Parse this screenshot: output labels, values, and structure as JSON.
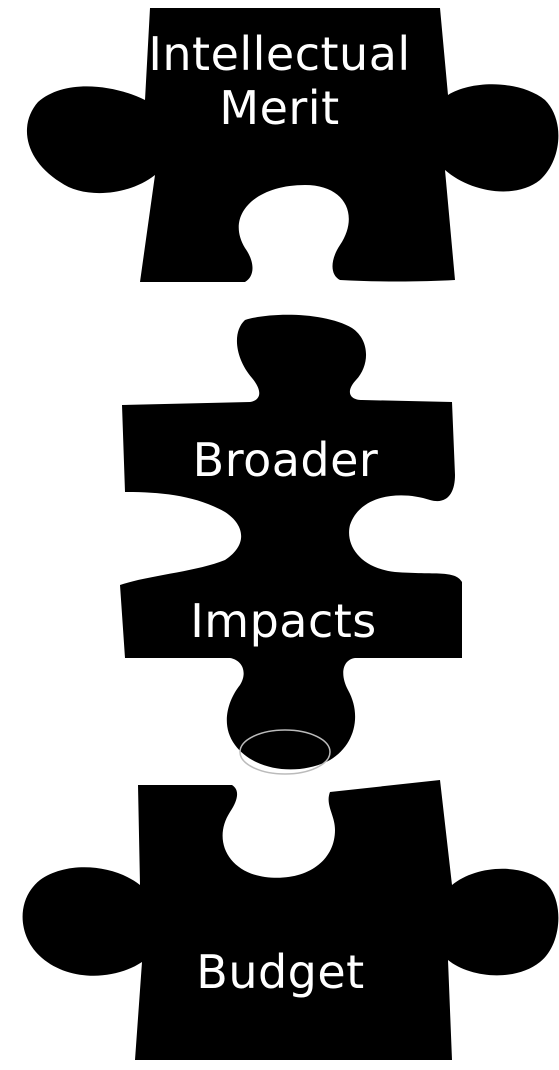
{
  "pieces": [
    {
      "label": "Intellectual\nMerit",
      "icon": "puzzle-piece-icon"
    },
    {
      "label": "Broader",
      "icon": "puzzle-piece-icon"
    },
    {
      "label": "Impacts",
      "icon": "puzzle-piece-icon"
    },
    {
      "label": "Budget",
      "icon": "puzzle-piece-icon"
    }
  ],
  "colors": {
    "piece": "#000000",
    "text": "#ffffff",
    "background": "#ffffff"
  }
}
